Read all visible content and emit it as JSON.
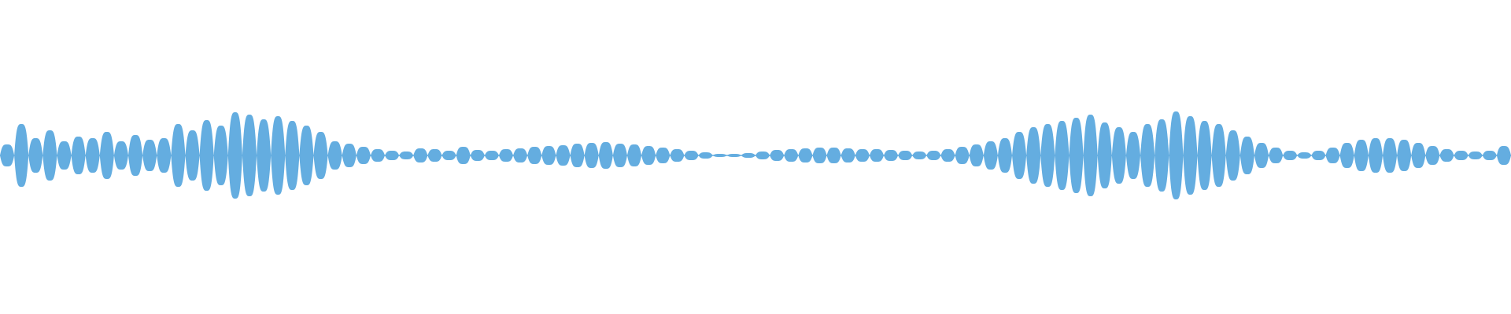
{
  "waveform": {
    "color": "#64ade0",
    "background": "#ffffff",
    "segments": [
      {
        "a": 0.14
      },
      {
        "a": 0.4
      },
      {
        "a": 0.22
      },
      {
        "a": 0.32
      },
      {
        "a": 0.18
      },
      {
        "a": 0.24
      },
      {
        "a": 0.22
      },
      {
        "a": 0.3
      },
      {
        "a": 0.18
      },
      {
        "a": 0.26
      },
      {
        "a": 0.2
      },
      {
        "a": 0.22
      },
      {
        "a": 0.4
      },
      {
        "a": 0.32
      },
      {
        "a": 0.45
      },
      {
        "a": 0.38
      },
      {
        "a": 0.55
      },
      {
        "a": 0.52
      },
      {
        "a": 0.46
      },
      {
        "a": 0.5
      },
      {
        "a": 0.44
      },
      {
        "a": 0.38
      },
      {
        "a": 0.3
      },
      {
        "a": 0.18
      },
      {
        "a": 0.15
      },
      {
        "a": 0.11
      },
      {
        "a": 0.08
      },
      {
        "a": 0.06
      },
      {
        "a": 0.05
      },
      {
        "a": 0.09
      },
      {
        "a": 0.08
      },
      {
        "a": 0.06
      },
      {
        "a": 0.11
      },
      {
        "a": 0.07
      },
      {
        "a": 0.06
      },
      {
        "a": 0.08
      },
      {
        "a": 0.09
      },
      {
        "a": 0.11
      },
      {
        "a": 0.12
      },
      {
        "a": 0.13
      },
      {
        "a": 0.15
      },
      {
        "a": 0.16
      },
      {
        "a": 0.17
      },
      {
        "a": 0.15
      },
      {
        "a": 0.14
      },
      {
        "a": 0.12
      },
      {
        "a": 0.1
      },
      {
        "a": 0.08
      },
      {
        "a": 0.06
      },
      {
        "a": 0.04
      },
      {
        "a": 0.02
      },
      {
        "a": 0.02
      },
      {
        "a": 0.03
      },
      {
        "a": 0.05
      },
      {
        "a": 0.07
      },
      {
        "a": 0.08
      },
      {
        "a": 0.09
      },
      {
        "a": 0.1
      },
      {
        "a": 0.1
      },
      {
        "a": 0.09
      },
      {
        "a": 0.08
      },
      {
        "a": 0.08
      },
      {
        "a": 0.07
      },
      {
        "a": 0.06
      },
      {
        "a": 0.05
      },
      {
        "a": 0.06
      },
      {
        "a": 0.08
      },
      {
        "a": 0.11
      },
      {
        "a": 0.14
      },
      {
        "a": 0.18
      },
      {
        "a": 0.22
      },
      {
        "a": 0.3
      },
      {
        "a": 0.36
      },
      {
        "a": 0.4
      },
      {
        "a": 0.44
      },
      {
        "a": 0.48
      },
      {
        "a": 0.52
      },
      {
        "a": 0.42
      },
      {
        "a": 0.36
      },
      {
        "a": 0.3
      },
      {
        "a": 0.4
      },
      {
        "a": 0.46
      },
      {
        "a": 0.56
      },
      {
        "a": 0.5
      },
      {
        "a": 0.44
      },
      {
        "a": 0.4
      },
      {
        "a": 0.32
      },
      {
        "a": 0.24
      },
      {
        "a": 0.16
      },
      {
        "a": 0.1
      },
      {
        "a": 0.06
      },
      {
        "a": 0.04
      },
      {
        "a": 0.06
      },
      {
        "a": 0.1
      },
      {
        "a": 0.16
      },
      {
        "a": 0.2
      },
      {
        "a": 0.22
      },
      {
        "a": 0.22
      },
      {
        "a": 0.2
      },
      {
        "a": 0.16
      },
      {
        "a": 0.12
      },
      {
        "a": 0.08
      },
      {
        "a": 0.06
      },
      {
        "a": 0.05
      },
      {
        "a": 0.06
      },
      {
        "a": 0.12
      }
    ]
  }
}
